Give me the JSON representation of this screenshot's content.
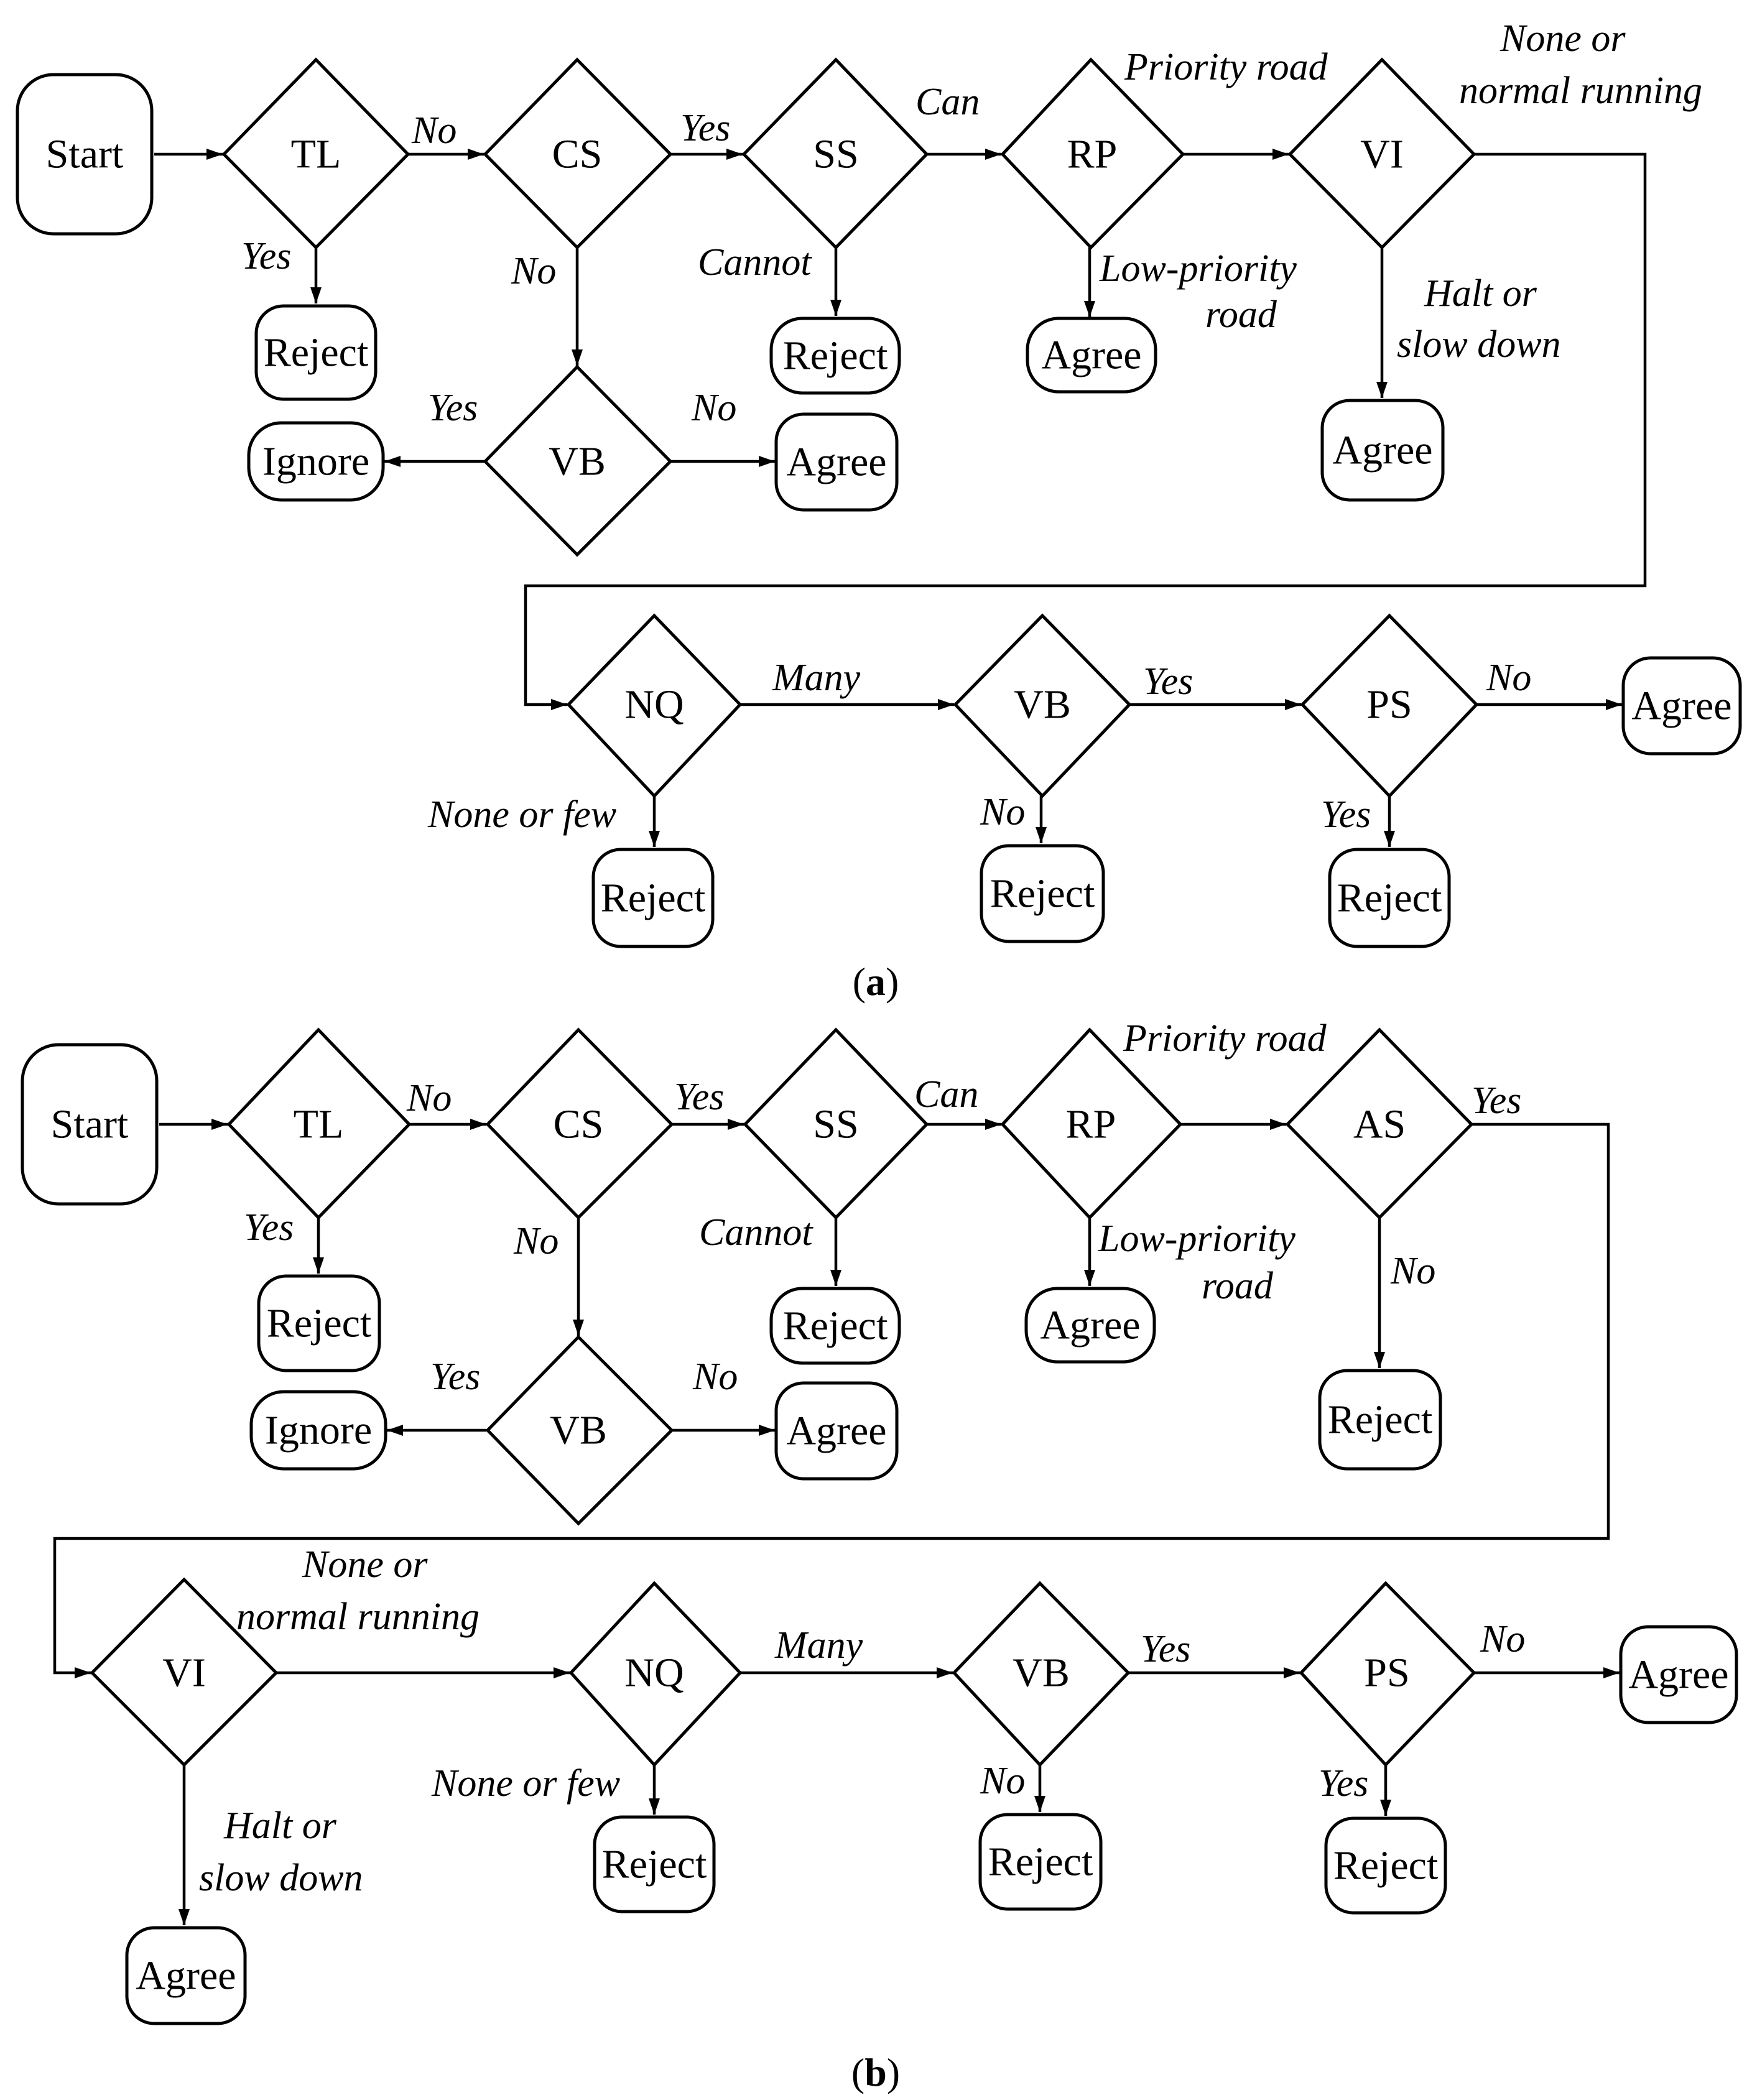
{
  "diagram_a": {
    "caption": {
      "letter": "a"
    },
    "nodes": {
      "start": "Start",
      "tl": "TL",
      "cs": "CS",
      "ss": "SS",
      "rp": "RP",
      "vi": "VI",
      "reject_tl": "Reject",
      "vb1": "VB",
      "ignore": "Ignore",
      "agree_vb1": "Agree",
      "reject_ss": "Reject",
      "agree_rp": "Agree",
      "agree_vi": "Agree",
      "nq": "NQ",
      "vb2": "VB",
      "ps": "PS",
      "agree_ps": "Agree",
      "reject_nq": "Reject",
      "reject_vb2": "Reject",
      "reject_ps": "Reject"
    },
    "edge_labels": {
      "tl_no": "No",
      "tl_yes": "Yes",
      "cs_yes": "Yes",
      "cs_no": "No",
      "vb1_yes": "Yes",
      "vb1_no": "No",
      "ss_can": "Can",
      "ss_cannot": "Cannot",
      "rp_priority": "Priority road",
      "rp_low_1": "Low-priority",
      "rp_low_2": "road",
      "vi_none_1": "None or",
      "vi_none_2": "normal running",
      "vi_halt_1": "Halt or",
      "vi_halt_2": "slow down",
      "nq_many": "Many",
      "nq_few": "None or few",
      "vb2_yes": "Yes",
      "vb2_no": "No",
      "ps_no": "No",
      "ps_yes": "Yes"
    }
  },
  "diagram_b": {
    "caption": {
      "letter": "b"
    },
    "nodes": {
      "start": "Start",
      "tl": "TL",
      "cs": "CS",
      "ss": "SS",
      "rp": "RP",
      "as": "AS",
      "reject_tl": "Reject",
      "vb1": "VB",
      "ignore": "Ignore",
      "agree_vb1": "Agree",
      "reject_ss": "Reject",
      "agree_rp": "Agree",
      "reject_as": "Reject",
      "vi": "VI",
      "agree_vi": "Agree",
      "nq": "NQ",
      "vb2": "VB",
      "ps": "PS",
      "agree_ps": "Agree",
      "reject_nq": "Reject",
      "reject_vb2": "Reject",
      "reject_ps": "Reject"
    },
    "edge_labels": {
      "tl_no": "No",
      "tl_yes": "Yes",
      "cs_yes": "Yes",
      "cs_no": "No",
      "vb1_yes": "Yes",
      "vb1_no": "No",
      "ss_can": "Can",
      "ss_cannot": "Cannot",
      "rp_priority": "Priority road",
      "rp_low_1": "Low-priority",
      "rp_low_2": "road",
      "as_yes": "Yes",
      "as_no": "No",
      "vi_none_1": "None or",
      "vi_none_2": "normal running",
      "vi_halt_1": "Halt or",
      "vi_halt_2": "slow down",
      "nq_many": "Many",
      "nq_few": "None or few",
      "vb2_yes": "Yes",
      "vb2_no": "No",
      "ps_no": "No",
      "ps_yes": "Yes"
    }
  }
}
